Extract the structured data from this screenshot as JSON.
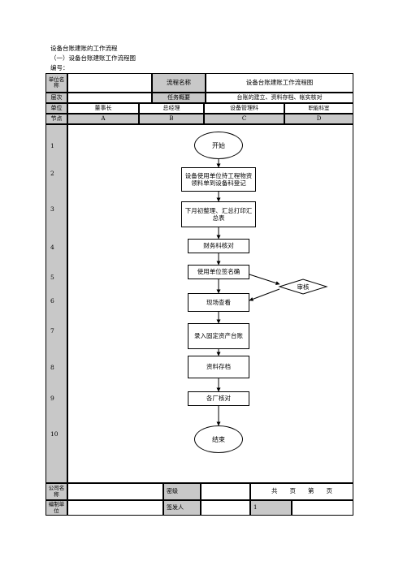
{
  "doc": {
    "title": "设备台账建账的工作流程",
    "subtitle": "（一）设备台账建账工作流程图",
    "number_label": "编号："
  },
  "header": {
    "unit_name_label": "单位名称",
    "process_name_label": "流程名称",
    "process_name_value": "设备台账建账工作流程图",
    "level_label": "层次",
    "task_summary_label": "任务概要",
    "task_summary_value": "台账的建立、资料存档、帐实核对",
    "unit_label": "单位",
    "units": [
      "董事长",
      "总经理",
      "设备管理科",
      "职能科室"
    ],
    "node_label": "节点",
    "columns": [
      "A",
      "B",
      "C",
      "D"
    ]
  },
  "rows": [
    "1",
    "2",
    "3",
    "4",
    "5",
    "6",
    "7",
    "8",
    "9",
    "10"
  ],
  "flow": {
    "start": "开始",
    "step2": "设备使用单位持工程物资领料单到设备科登记",
    "step3": "下月初整理、汇总打印汇总表",
    "step4": "财务科核对",
    "step5": "使用单位签名确",
    "review": "审核",
    "step6": "现场查看",
    "step7": "录入固定资产台账",
    "step8": "资料存档",
    "step9": "各厂核对",
    "end": "结束"
  },
  "footer": {
    "company_label": "公司名称",
    "secret_label": "密级",
    "pages_text": "共　　页　　第　　页",
    "compile_label": "编制单位",
    "issuer_label": "签发人",
    "page_value": "1"
  }
}
